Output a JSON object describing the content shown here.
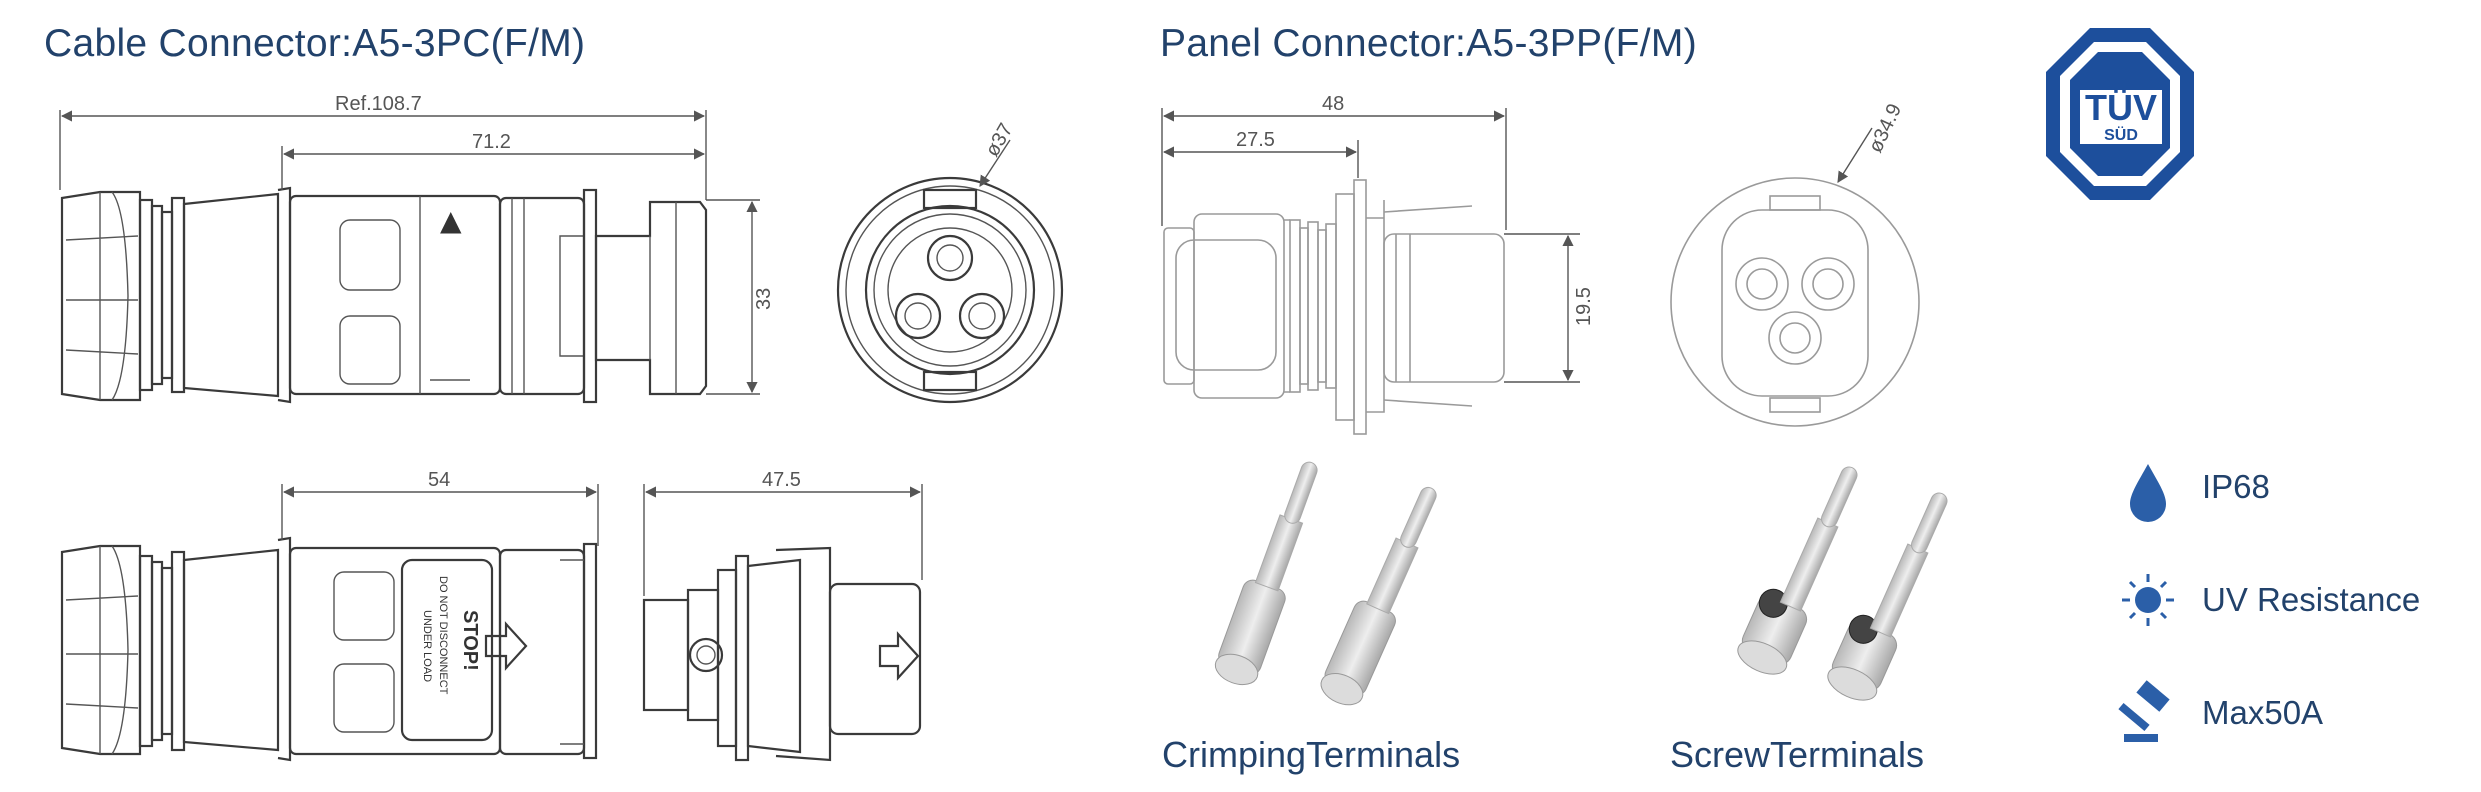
{
  "titles": {
    "cable": "Cable Connector:A5-3PC(F/M)",
    "panel": "Panel Connector:A5-3PP(F/M)"
  },
  "dimensions": {
    "ref_length": "Ref.108.7",
    "body_length": "71.2",
    "height": "33",
    "diameter_cable": "ø37",
    "width_54": "54",
    "width_475": "47.5",
    "panel_48": "48",
    "panel_275": "27.5",
    "panel_195": "19.5",
    "diameter_panel": "ø34.9"
  },
  "labels": {
    "stop": "STOP!",
    "do_not": "DO NOT DISCONNECT",
    "under_load": "UNDER LOAD"
  },
  "captions": {
    "crimping": "CrimpingTerminals",
    "screw": "ScrewTerminals"
  },
  "certification": {
    "tuv": "TÜV",
    "sud": "SÜD"
  },
  "features": [
    {
      "icon": "water-drop-icon",
      "label": "IP68"
    },
    {
      "icon": "sun-icon",
      "label": "UV Resistance"
    },
    {
      "icon": "hammer-icon",
      "label": "Max50A"
    }
  ],
  "colors": {
    "accent": "#2b5fa8",
    "text": "#22426b",
    "tuv_blue": "#1d4f9c"
  }
}
